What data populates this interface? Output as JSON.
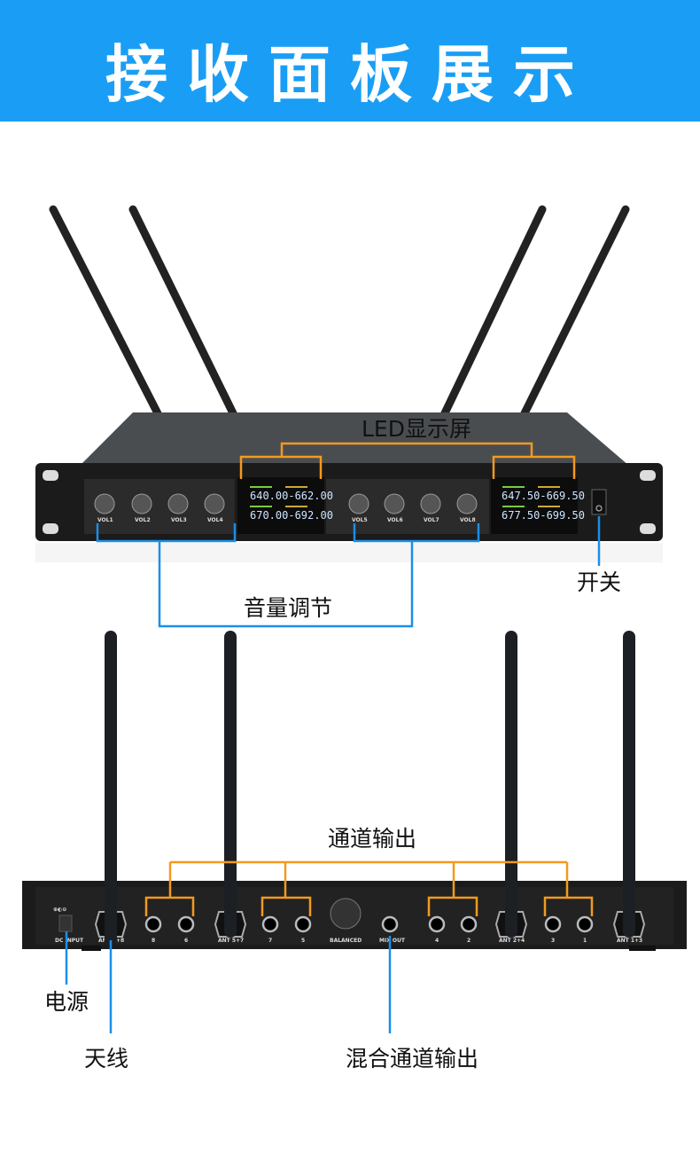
{
  "header": {
    "title": "接收面板展示"
  },
  "front": {
    "callouts": {
      "led": "LED显示屏",
      "volume": "音量调节",
      "power_switch": "开关"
    },
    "knobs": [
      "VOL1",
      "VOL2",
      "VOL3",
      "VOL4",
      "VOL5",
      "VOL6",
      "VOL7",
      "VOL8"
    ],
    "displays": [
      [
        "640.00-662.00",
        "670.00-692.00"
      ],
      [
        "647.50-669.50",
        "677.50-699.50"
      ]
    ]
  },
  "back": {
    "callouts": {
      "channel_out": "通道输出",
      "power": "电源",
      "antenna": "天线",
      "mix_out": "混合通道输出"
    },
    "labels": {
      "dc": "DC INPUT",
      "ant1": "ANT 6+8",
      "ant2": "ANT 5+7",
      "ant3": "ANT 2+4",
      "ant4": "ANT 1+3",
      "balanced": "BALANCED",
      "mix": "MIX OUT"
    },
    "jacks": [
      "8",
      "6",
      "7",
      "5",
      "4",
      "2",
      "3",
      "1"
    ]
  },
  "colors": {
    "accent": "#1a9ef5",
    "callout_orange": "#f39a1e",
    "callout_blue": "#1a8fe8"
  }
}
